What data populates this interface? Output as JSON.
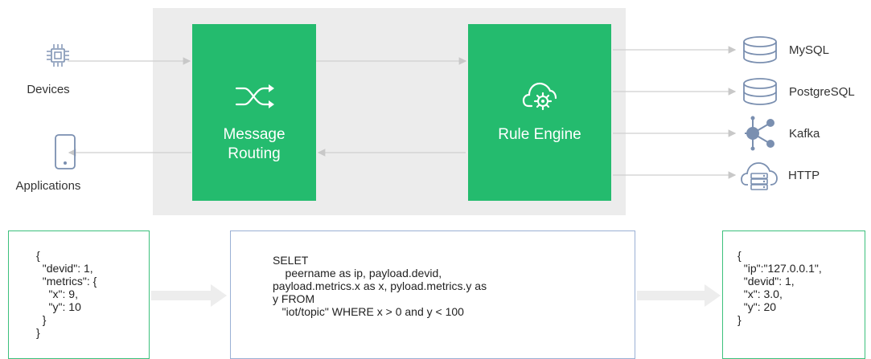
{
  "left": {
    "devices_label": "Devices",
    "applications_label": "Applications",
    "devices_icon": "chip-icon",
    "applications_icon": "mobile-phone-icon"
  },
  "center": {
    "message_routing_label": "Message\nRouting",
    "rule_engine_label": "Rule Engine",
    "message_routing_icon": "shuffle-icon",
    "rule_engine_icon": "cloud-gear-icon",
    "box_color": "#24bb6e"
  },
  "targets": [
    {
      "label": "MySQL",
      "icon": "database-icon"
    },
    {
      "label": "PostgreSQL",
      "icon": "database-icon"
    },
    {
      "label": "Kafka",
      "icon": "kafka-icon"
    },
    {
      "label": "HTTP",
      "icon": "cloud-server-icon"
    }
  ],
  "bottom": {
    "input_json": "{\n  \"devid\": 1,\n  \"metrics\": {\n    \"x\": 9,\n    \"y\": 10\n  }\n}",
    "sql": "SELET\n    peername as ip, payload.devid,\npayload.metrics.x as x, pyload.metrics.y as\ny FROM\n   \"iot/topic\" WHERE x > 0 and y < 100",
    "output_json": "{\n  \"ip\":\"127.0.0.1\",\n  \"devid\": 1,\n  \"x\": 3.0,\n  \"y\": 20\n}"
  }
}
